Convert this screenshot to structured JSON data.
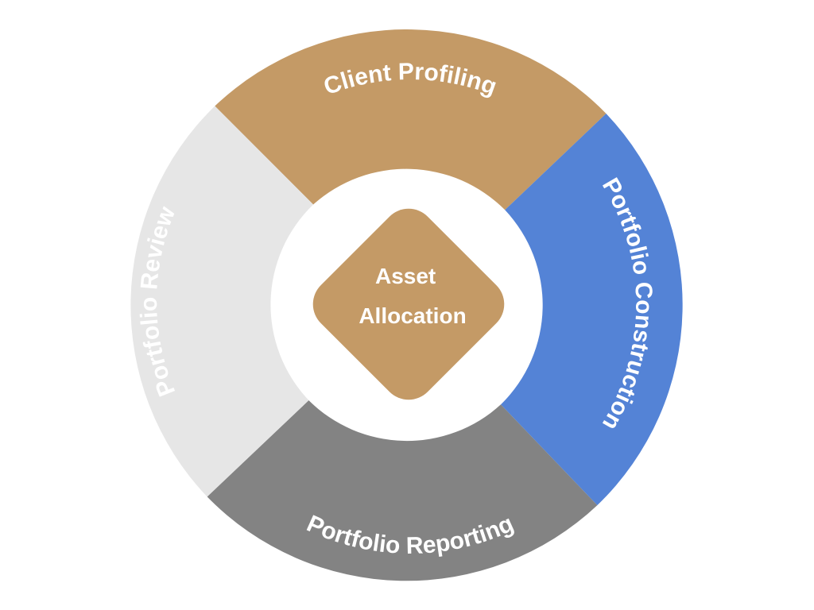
{
  "diagram": {
    "center": {
      "lines": [
        "Asset",
        "Allocation"
      ],
      "color": "#c49a66"
    },
    "segments": [
      {
        "label": "Client Profiling",
        "color": "#c49a66",
        "text_color": "#ffffff"
      },
      {
        "label": "Portfolio Construction",
        "color": "#5483d6",
        "text_color": "#ffffff"
      },
      {
        "label": "Portfolio Reporting",
        "color": "#838383",
        "text_color": "#ffffff"
      },
      {
        "label": "Portfolio Review",
        "color": "#e6e6e6",
        "text_color": "#ffffff"
      }
    ]
  }
}
